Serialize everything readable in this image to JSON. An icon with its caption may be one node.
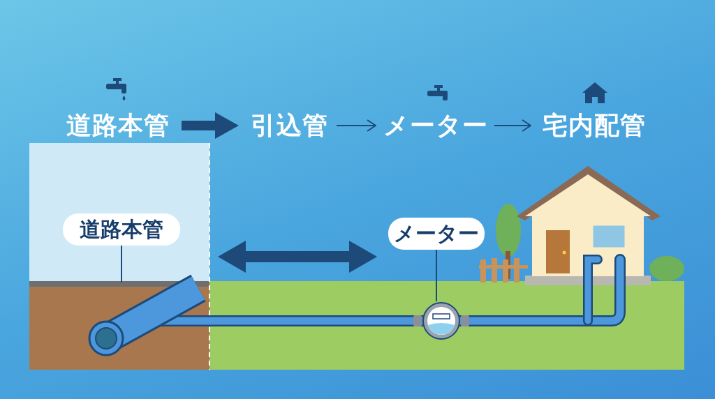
{
  "diagram": {
    "nodes": [
      {
        "text": [
          "道路本管"
        ]
      },
      {
        "text": [
          "引込管"
        ]
      },
      {
        "text": [
          "メーター"
        ]
      },
      {
        "text": [
          "宅内配管"
        ]
      },
      {
        "text": [
          "道路本管"
        ]
      },
      {
        "text": [],
        "shape": "picture"
      },
      {
        "text": [
          "メーター"
        ]
      },
      {
        "text": [],
        "shape": "circle"
      }
    ],
    "edges": [
      {
        "from": 0,
        "to": 1,
        "arrow": "to",
        "style": "thick"
      },
      {
        "from": 1,
        "to": 2,
        "arrow": "to"
      },
      {
        "from": 2,
        "to": 3,
        "arrow": "to"
      },
      {
        "from": 4,
        "to": 5,
        "arrow": "none"
      },
      {
        "from": 6,
        "to": 7,
        "arrow": "none"
      }
    ]
  }
}
